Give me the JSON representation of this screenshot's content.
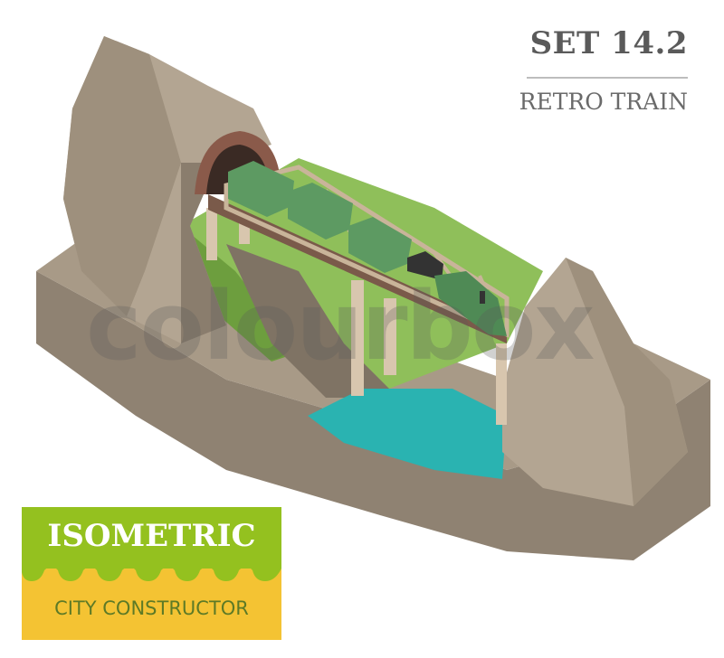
{
  "header": {
    "title": "SET 14.2",
    "subtitle": "RETRO TRAIN"
  },
  "badge": {
    "title": "ISOMETRIC",
    "subtitle": "CITY CONSTRUCTOR"
  },
  "watermark": "colourbox",
  "colors": {
    "rock": "#b3a592",
    "rock_dark": "#8f8272",
    "grass": "#8fbf5a",
    "water": "#2ab3b1",
    "train": "#5d9a62",
    "bridge": "#c9b49a",
    "badge_green": "#94c11f",
    "badge_yellow": "#f4c333"
  }
}
